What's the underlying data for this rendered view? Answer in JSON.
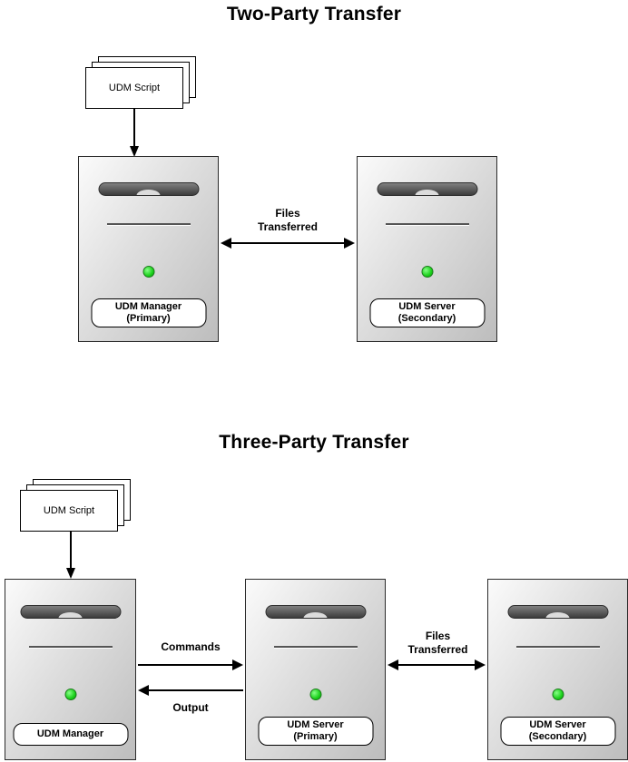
{
  "two_party": {
    "title": "Two-Party Transfer",
    "script_label": "UDM Script",
    "nodes": [
      {
        "label": "UDM Manager\n(Primary)"
      },
      {
        "label": "UDM Server\n(Secondary)"
      }
    ],
    "files_label": "Files\nTransferred"
  },
  "three_party": {
    "title": "Three-Party Transfer",
    "script_label": "UDM Script",
    "nodes": [
      {
        "label": "UDM Manager"
      },
      {
        "label": "UDM Server\n(Primary)"
      },
      {
        "label": "UDM Server\n(Secondary)"
      }
    ],
    "commands_label": "Commands",
    "output_label": "Output",
    "files_label": "Files\nTransferred"
  },
  "colors": {
    "led_green": "#1bd01b",
    "server_body": "#d9d9d9",
    "line_black": "#000000"
  }
}
